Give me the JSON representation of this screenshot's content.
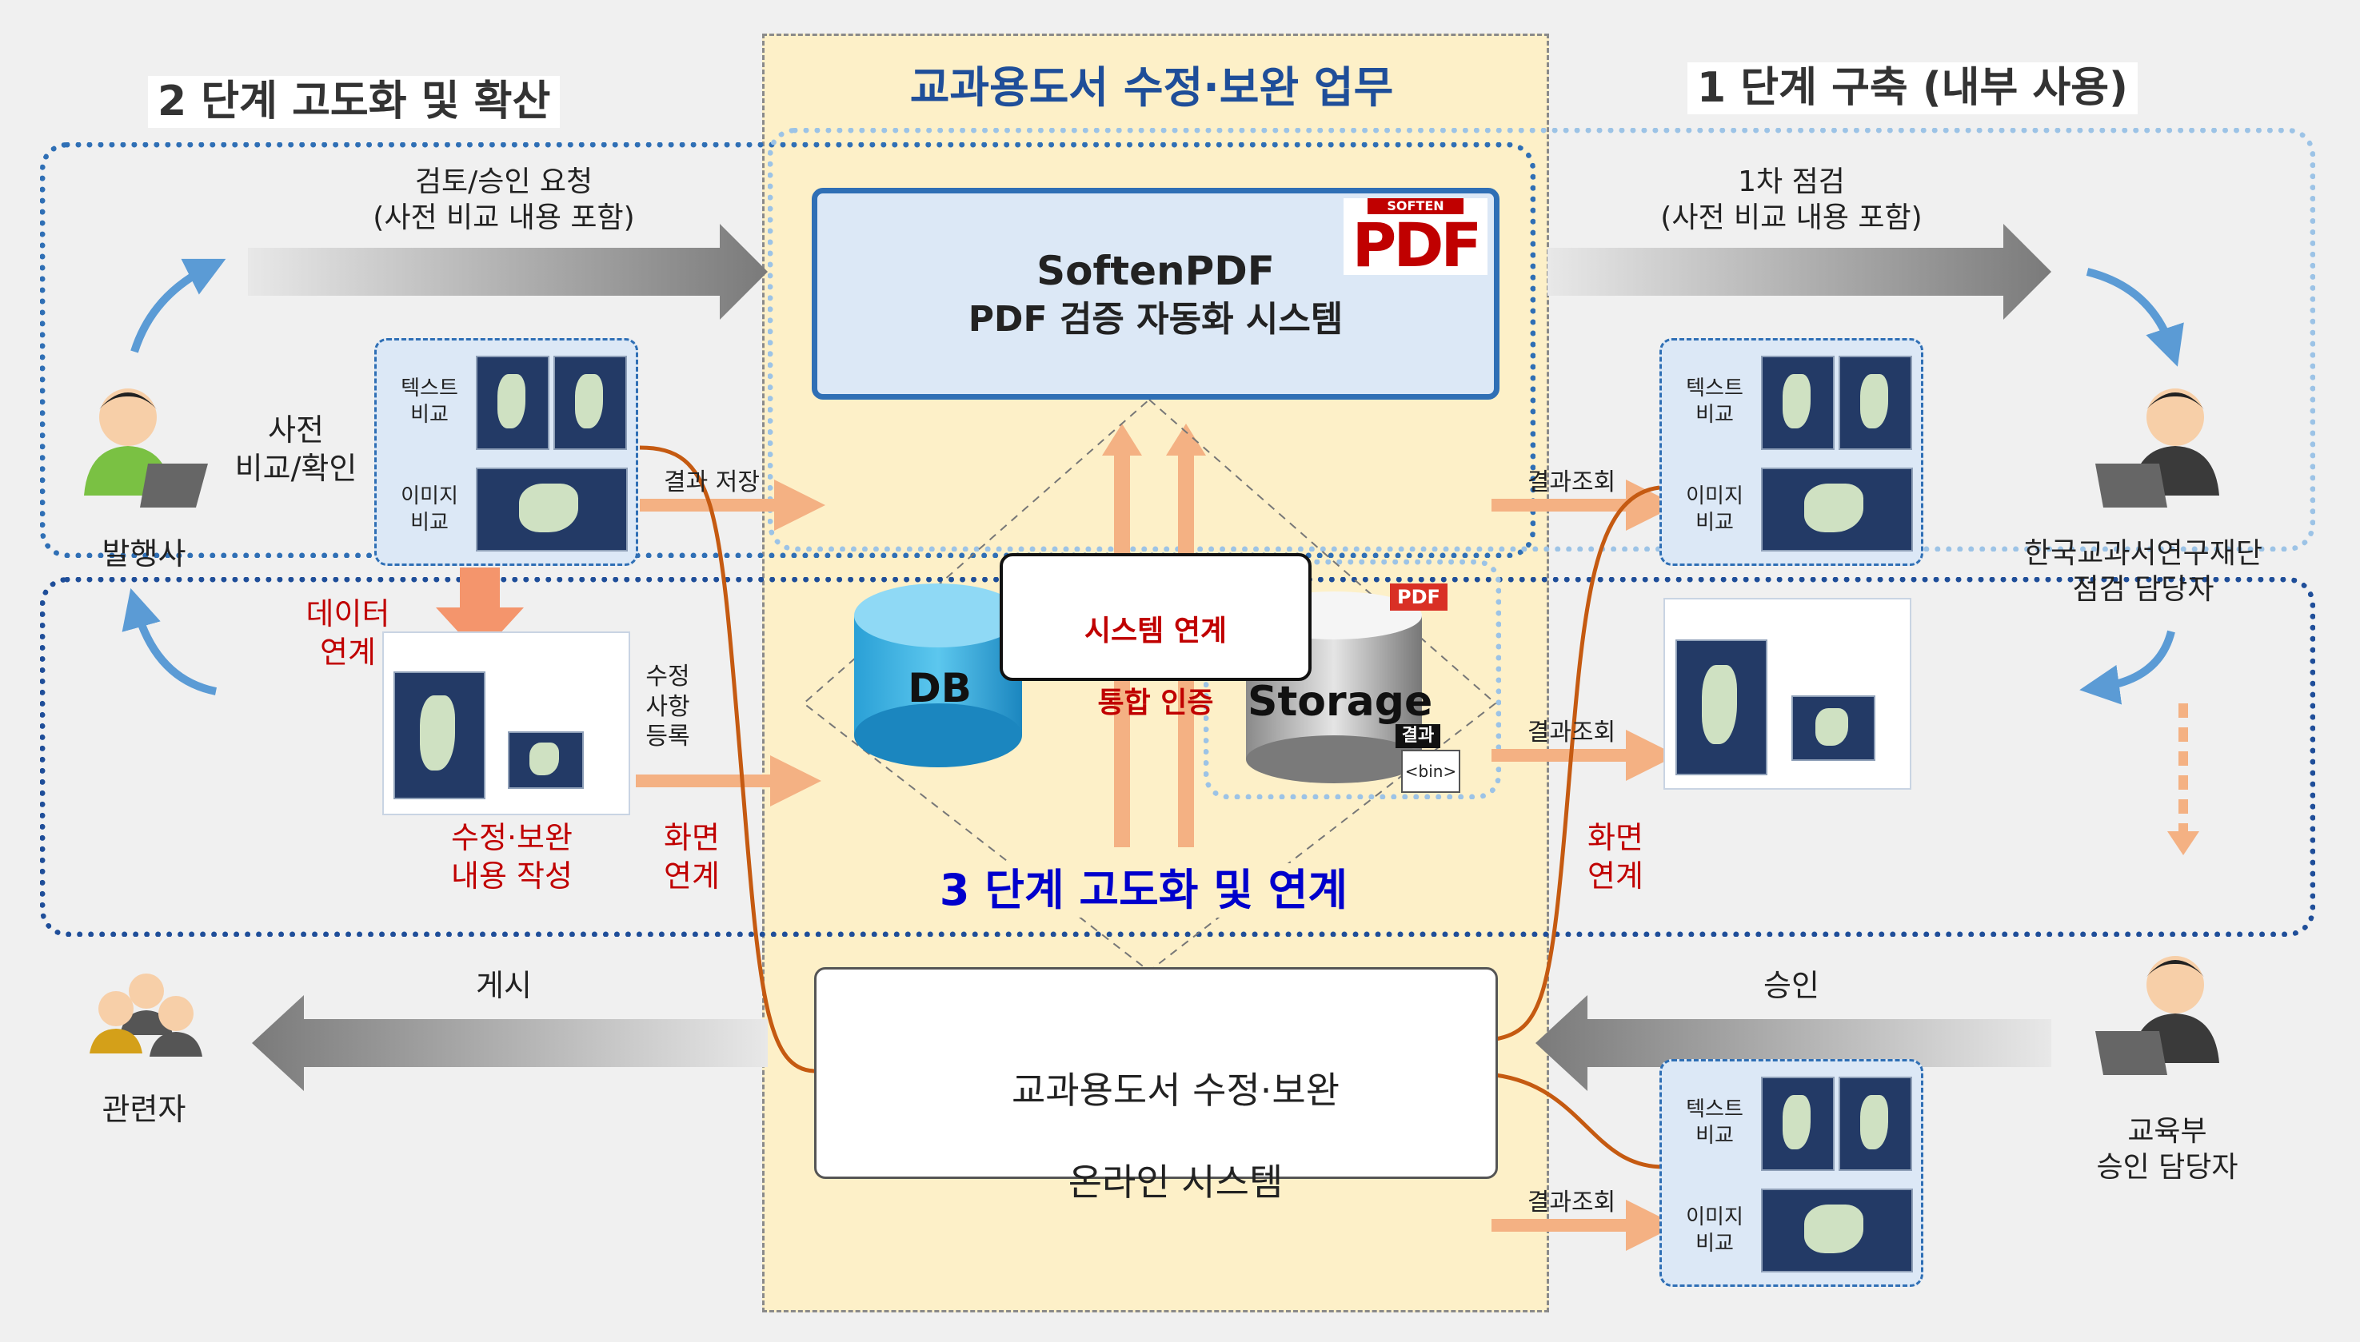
{
  "center": {
    "header": "교과용도서 수정·보완 업무",
    "softenpdf": {
      "title": "SoftenPDF",
      "subtitle": "PDF 검증 자동화 시스템",
      "logo_small": "SOFTEN",
      "logo_big": "PDF"
    },
    "integration": {
      "line1": "시스템 연계",
      "line2": "통합 인증"
    },
    "db_label": "DB",
    "storage_label": "Storage",
    "storage_badge_pdf": "PDF",
    "storage_badge_result": "결과",
    "storage_badge_bin": "<bin>",
    "online_system": {
      "line1": "교과용도서 수정·보완",
      "line2": "온라인 시스템"
    }
  },
  "stages": {
    "stage2": "2 단계 고도화 및 확산",
    "stage1": "1 단계 구축 (내부 사용)",
    "stage3": "3 단계 고도화 및 연계"
  },
  "left": {
    "review_request": "검토/승인 요청\n(사전 비교 내용 포함)",
    "precompare": "사전\n비교/확인",
    "publisher": "발행사",
    "text_compare": "텍스트\n비교",
    "image_compare": "이미지\n비교",
    "save_result": "결과 저장",
    "data_link": "데이터\n연계",
    "revision_register": "수정\n사항\n등록",
    "revision_write": "수정·보완\n내용 작성",
    "screen_link": "화면\n연계",
    "post": "게시",
    "stakeholders": "관련자"
  },
  "right": {
    "first_check": "1차 점검\n(사전 비교 내용 포함)",
    "result_query1": "결과조회",
    "result_query2": "결과조회",
    "result_query3": "결과조회",
    "text_compare": "텍스트\n비교",
    "image_compare": "이미지\n비교",
    "text_compare2": "텍스트\n비교",
    "image_compare2": "이미지\n비교",
    "kotra_officer": "한국교과서연구재단\n점검 담당자",
    "screen_link": "화면\n연계",
    "approve": "승인",
    "moe_officer": "교육부\n승인 담당자"
  },
  "colors": {
    "accent_blue": "#1f4e99",
    "dotted_blue": "#2f6fb5",
    "dotted_light": "#9cc3e6",
    "center_bg": "#fdf0c8",
    "orange_arrow": "#f4b183",
    "red_text": "#c00000",
    "stage3_blue": "#0000cc",
    "brown_line": "#c55a11"
  }
}
